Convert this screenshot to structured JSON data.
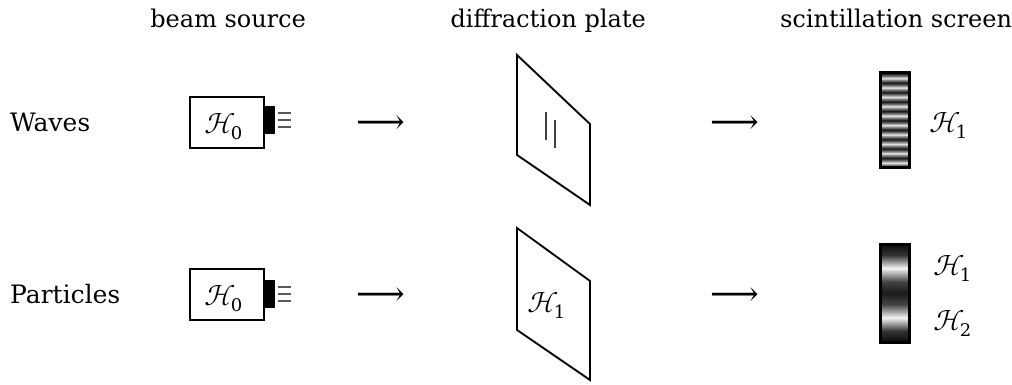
{
  "headers": {
    "source": "beam source",
    "plate": "diffraction plate",
    "screen": "scintillation screen"
  },
  "rows": {
    "waves": {
      "label": "Waves",
      "source_symbol": "ℋ",
      "source_sub": "0",
      "plate_marks": "slit-pair",
      "screen_label_symbol": "ℋ",
      "screen_label_sub": "1",
      "screen_pattern": "interference-fringes"
    },
    "particles": {
      "label": "Particles",
      "source_symbol": "ℋ",
      "source_sub": "0",
      "plate_symbol": "ℋ",
      "plate_sub": "1",
      "screen_top_symbol": "ℋ",
      "screen_top_sub": "1",
      "screen_bottom_symbol": "ℋ",
      "screen_bottom_sub": "2",
      "screen_pattern": "two-bands"
    }
  },
  "arrow_glyph": "⟶",
  "colors": {
    "ink": "#000000",
    "screen_dark": "#1a1a1a",
    "screen_light": "#f2f2f2"
  }
}
